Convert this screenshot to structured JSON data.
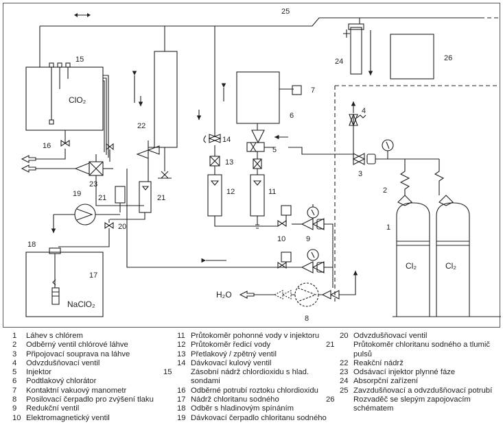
{
  "callouts": {
    "n1": "1",
    "n2": "2",
    "n3": "3",
    "n4": "4",
    "n5": "5",
    "n6": "6",
    "n7": "7",
    "n8": "8",
    "n9": "9",
    "n10": "10",
    "n11": "11",
    "n12": "12",
    "n13": "13",
    "n14": "14",
    "n15": "15",
    "n16": "16",
    "n17": "17",
    "n18": "18",
    "n19": "19",
    "n20": "20",
    "n21a": "21",
    "n21b": "21",
    "n22": "22",
    "n23": "23",
    "n24": "24",
    "n25": "25",
    "n26": "26"
  },
  "tank_labels": {
    "clo2": "ClO₂",
    "naclo2": "NaClO₂",
    "cl2_left": "Cl₂",
    "cl2_right": "Cl₂",
    "h2o": "H₂O"
  },
  "legend": {
    "col1": [
      {
        "num": "1",
        "text": "Láhev s chlórem"
      },
      {
        "num": "2",
        "text": "Odběrný ventil chlórové láhve"
      },
      {
        "num": "3",
        "text": "Připojovací souprava na láhve"
      },
      {
        "num": "4",
        "text": "Odvzdušňovací ventil"
      },
      {
        "num": "5",
        "text": "Injektor"
      },
      {
        "num": "6",
        "text": "Podtlakový chlorátor"
      },
      {
        "num": "7",
        "text": "Kontaktní vakuový manometr"
      },
      {
        "num": "8",
        "text": "Posilovací čerpadlo pro zvýšení tlaku"
      },
      {
        "num": "9",
        "text": "Redukční ventil"
      },
      {
        "num": "10",
        "text": "Elektromagnetický ventil"
      }
    ],
    "col2": [
      {
        "num": "11",
        "text": "Průtokoměr pohonné vody v injektoru"
      },
      {
        "num": "12",
        "text": "Průtokoměr ředicí vody"
      },
      {
        "num": "13",
        "text": "Přetlakový / zpětný ventil"
      },
      {
        "num": "14",
        "text": "Dávkovací kulový ventil"
      },
      {
        "num": "15",
        "text": "Zásobní nádrž chlordioxidu s hlad. sondami"
      },
      {
        "num": "16",
        "text": "Odběrné potrubí roztoku chlordioxidu"
      },
      {
        "num": "17",
        "text": "Nádrž chloritanu sodného"
      },
      {
        "num": "18",
        "text": "Odběr s hladinovým spínáním"
      },
      {
        "num": "19",
        "text": "Dávkovací čerpadlo chloritanu sodného"
      }
    ],
    "col3": [
      {
        "num": "20",
        "text": "Odvzdušňovací ventil"
      },
      {
        "num": "21",
        "text": "Průtokoměr chloritanu sodného a tlumič pulsů"
      },
      {
        "num": "22",
        "text": "Reakční nádrž"
      },
      {
        "num": "23",
        "text": "Odsávací injektor plynné fáze"
      },
      {
        "num": "24",
        "text": "Absorpční zařízení"
      },
      {
        "num": "25",
        "text": "Zavzdušňovací a odvzdušňovací potrubí"
      },
      {
        "num": "26",
        "text": "Rozvaděč se slepým zapojovacím schématem"
      }
    ]
  }
}
